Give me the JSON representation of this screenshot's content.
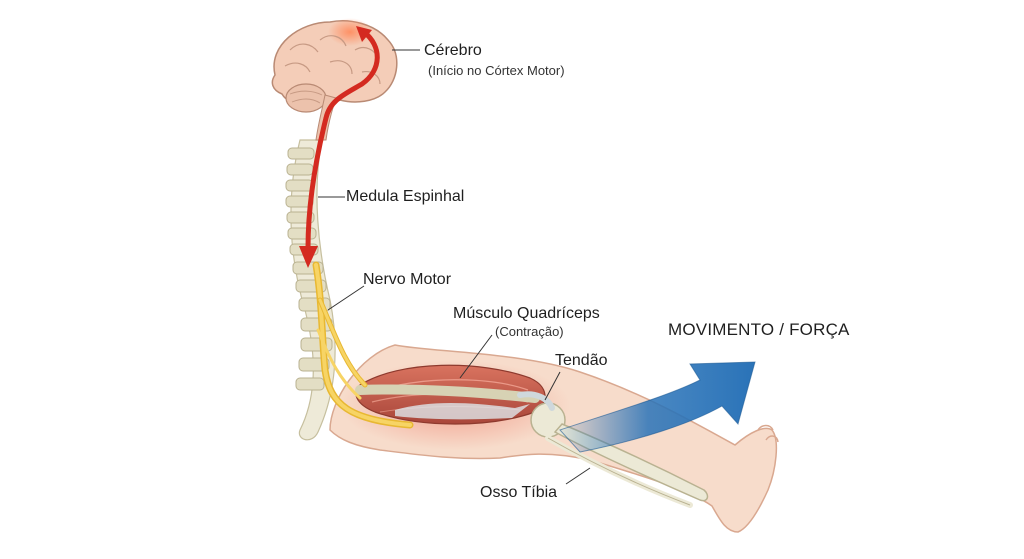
{
  "labels": {
    "brain": "Cérebro",
    "brain_sub": "(Início no Córtex Motor)",
    "spinal_cord": "Medula Espinhal",
    "motor_nerve": "Nervo Motor",
    "quadriceps": "Músculo Quadríceps",
    "quadriceps_sub": "(Contração)",
    "tendon": "Tendão",
    "tibia": "Osso Tíbia",
    "movement": "MOVIMENTO / FORÇA"
  },
  "colors": {
    "signal_arrow": "#d42a20",
    "nerve": "#f2c744",
    "muscle": "#c9604f",
    "bone": "#e9e6d2",
    "skin": "#f6d9c6",
    "force_arrow": "#2a73b8"
  }
}
